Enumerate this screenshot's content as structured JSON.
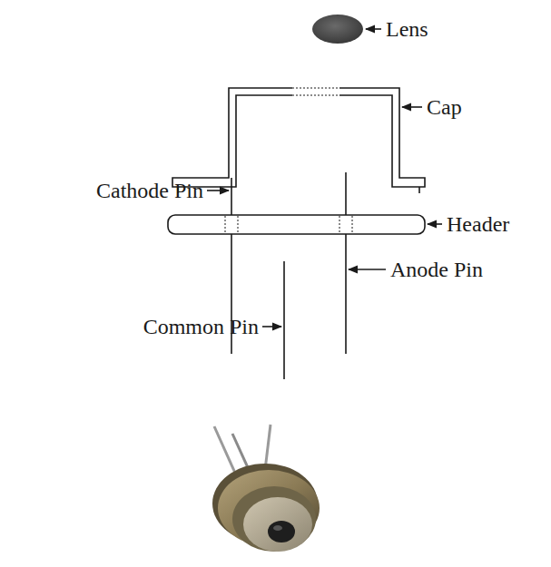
{
  "diagram": {
    "labels": [
      "Lens",
      "Cap",
      "Cathode Pin",
      "Header",
      "Anode Pin",
      "Common Pin"
    ]
  }
}
